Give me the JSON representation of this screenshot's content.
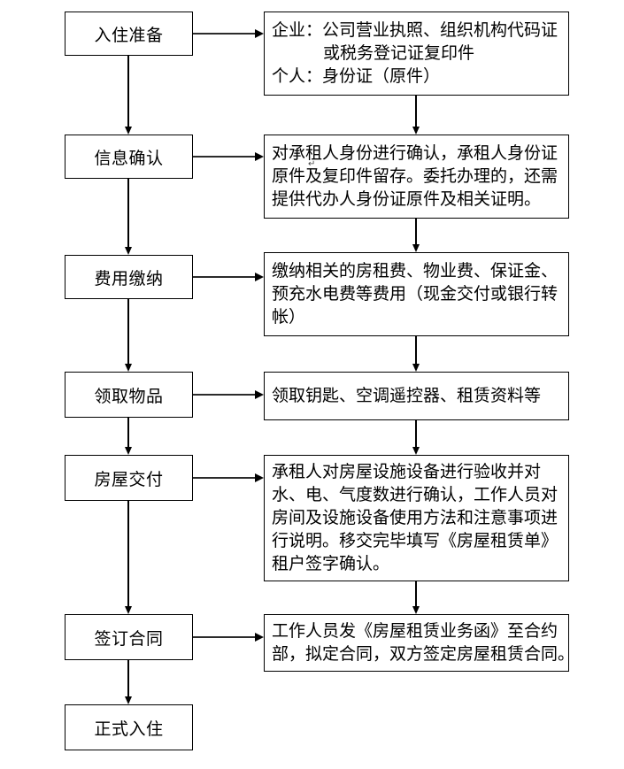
{
  "colors": {
    "background": "#ffffff",
    "box_border": "#000000",
    "arrow_line": "#2b2b2b",
    "arrow_head": "#000000",
    "text": "#000000"
  },
  "steps": [
    {
      "label": "入住准备",
      "detail_lines": [
        "企业：公司营业执照、组织机构代码证",
        "或税务登记证复印件",
        "个人：身份证（原件）"
      ]
    },
    {
      "label": "信息确认",
      "detail_lines": [
        "对承租人身份进行确认，承租人身份证",
        "原件及复印件留存。委托办理的，还需",
        "提供代办人身份证原件及相关证明。"
      ]
    },
    {
      "label": "费用缴纳",
      "detail_lines": [
        "缴纳相关的房租费、物业费、保证金、",
        "预充水电费等费用（现金交付或银行转",
        "帐）"
      ]
    },
    {
      "label": "领取物品",
      "detail_lines": [
        "领取钥匙、空调遥控器、租赁资料等"
      ]
    },
    {
      "label": "房屋交付",
      "detail_lines": [
        "承租人对房屋设施设备进行验收并对",
        "水、电、气度数进行确认，工作人员对",
        "房间及设施设备使用方法和注意事项进",
        "行说明。移交完毕填写《房屋租赁单》",
        "租户签字确认。"
      ]
    },
    {
      "label": "签订合同",
      "detail_lines": [
        "工作人员发《房屋租赁业务函》至合约",
        "部，拟定合同，双方签定房屋租赁合同。"
      ]
    },
    {
      "label": "正式入住",
      "detail_lines": []
    }
  ],
  "artifact_mark": "↵"
}
